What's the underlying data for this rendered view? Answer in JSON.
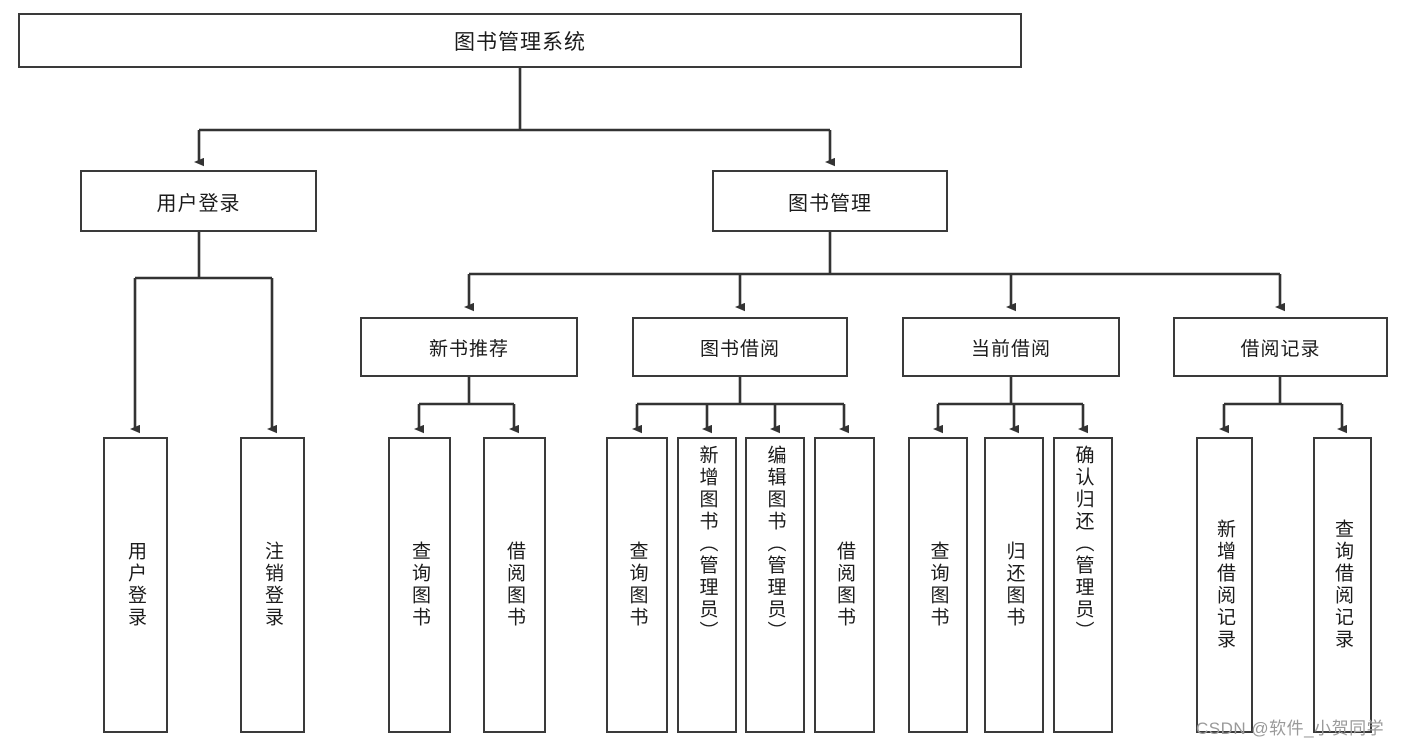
{
  "diagram": {
    "title": "图书管理系统",
    "type": "tree-hierarchy-diagram",
    "watermark": "CSDN @软件_小贺同学",
    "colors": {
      "box_border": "#3a3a3a",
      "box_fill": "#ffffff",
      "connector": "#333333",
      "text": "#1b1b1b",
      "watermark": "#9a9a9a"
    },
    "root": {
      "label": "图书管理系统"
    },
    "level1": [
      {
        "label": "用户登录"
      },
      {
        "label": "图书管理"
      }
    ],
    "level2": [
      {
        "label": "新书推荐"
      },
      {
        "label": "图书借阅"
      },
      {
        "label": "当前借阅"
      },
      {
        "label": "借阅记录"
      }
    ],
    "leaves": {
      "user_login": [
        {
          "label": "用户登录"
        },
        {
          "label": "注销登录"
        }
      ],
      "new_book_recommend": [
        {
          "label": "查询图书"
        },
        {
          "label": "借阅图书"
        }
      ],
      "book_borrow": [
        {
          "label": "查询图书"
        },
        {
          "label": "新增图书（管理员）"
        },
        {
          "label": "编辑图书（管理员）"
        },
        {
          "label": "借阅图书"
        }
      ],
      "current_borrow": [
        {
          "label": "查询图书"
        },
        {
          "label": "归还图书"
        },
        {
          "label": "确认归还（管理员）"
        }
      ],
      "borrow_record": [
        {
          "label": "新增借阅记录"
        },
        {
          "label": "查询借阅记录"
        }
      ]
    }
  }
}
